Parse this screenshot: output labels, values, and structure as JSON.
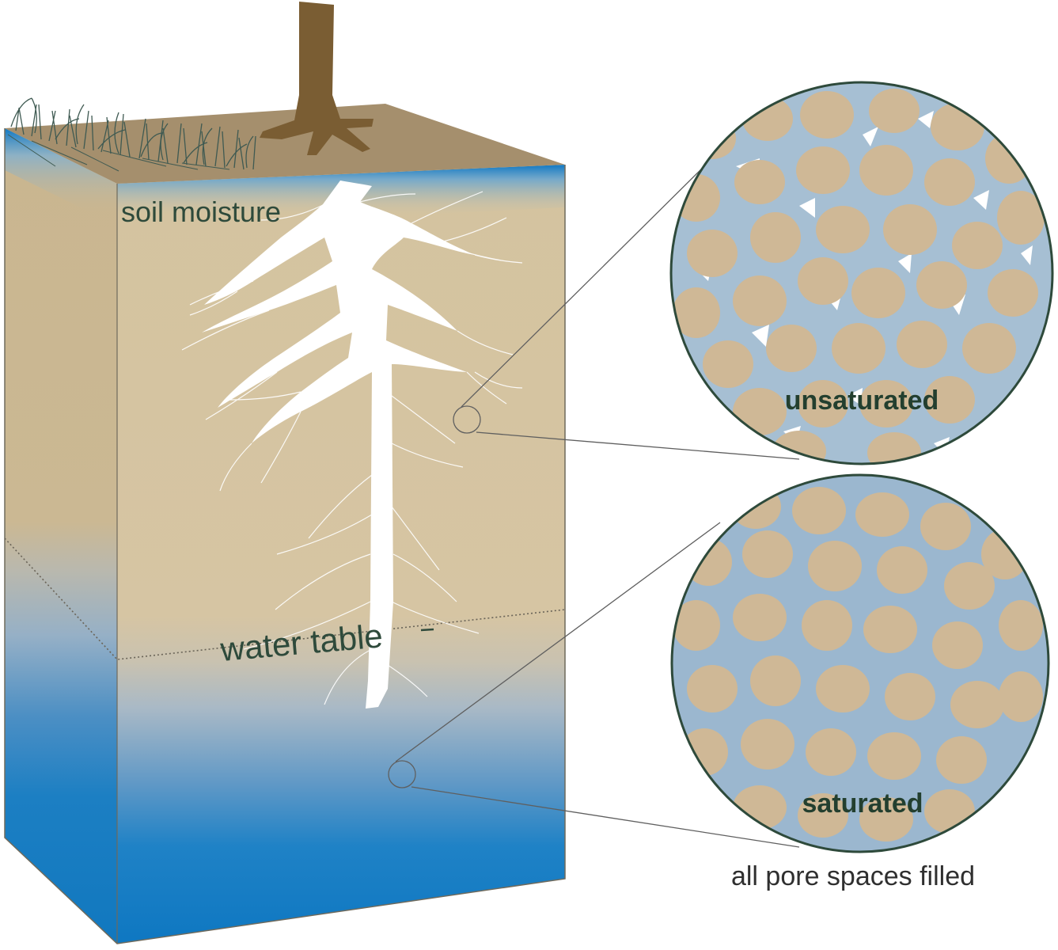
{
  "labels": {
    "soil_moisture": "soil moisture",
    "water_table": "water table",
    "unsaturated": "unsaturated",
    "saturated": "saturated",
    "caption": "all pore spaces filled"
  },
  "colors": {
    "soil_front": "#d6c5a3",
    "soil_side": "#c8b58f",
    "soil_top": "#a38d6b",
    "grass": "#3f5a52",
    "trunk": "#7a5d33",
    "roots": "#ffffff",
    "water_light": "#8fb3cf",
    "water_deep": "#0f78c2",
    "grain": "#cfb896",
    "pore_water": "#98b6cf",
    "circle_border": "#2e4a3b",
    "label_text": "#2e4a3b"
  }
}
